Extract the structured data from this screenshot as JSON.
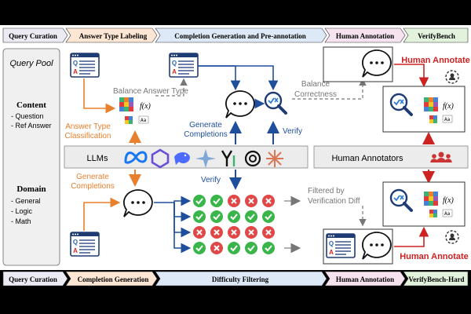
{
  "top_stages": [
    "Query Curation",
    "Answer Type Labeling",
    "Completion Generation and Pre-annotation",
    "Human Annotation",
    "VerifyBench"
  ],
  "bottom_stages": [
    "Query Curation",
    "Completion Generation",
    "Difficulty Filtering",
    "Human Annotation",
    "VerifyBench-Hard"
  ],
  "query_pool": {
    "title": "Query Pool",
    "content_heading": "Content",
    "content_items": [
      "- Question",
      "- Ref Answer"
    ],
    "domain_heading": "Domain",
    "domain_items": [
      "- General",
      "- Logic",
      "- Math"
    ]
  },
  "labels": {
    "balance_answer_type": "Balance Answer Type",
    "answer_type_classification": "Answer Type\nClassification",
    "generate_completions_blue": "Generate\nCompletions",
    "verify_top": "Verify",
    "balance_correctness": "Balance\nCorrectness",
    "human_annotate_top": "Human Annotate",
    "human_annotate_bottom": "Human Annotate",
    "llms": "LLMs",
    "human_annotators": "Human Annotators",
    "generate_completions_orange": "Generate\nCompletions",
    "verify_bottom": "Verify",
    "filtered_by": "Filtered by\nVerification Diff",
    "fx": "f(x)",
    "aa": "Aa"
  },
  "doc_glyphs": {
    "q": "Q",
    "a": "A",
    "dots": "..."
  },
  "grid": [
    [
      "check",
      "check",
      "cross",
      "cross",
      "cross"
    ],
    [
      "check",
      "check",
      "check",
      "check",
      "check"
    ],
    [
      "cross",
      "cross",
      "cross",
      "cross",
      "cross"
    ],
    [
      "check",
      "cross",
      "check",
      "check",
      "check"
    ]
  ],
  "colors": {
    "stage_fills": [
      "#ecebf4",
      "#fde6d3",
      "#dde9f6",
      "#f7e2f0",
      "#e2f2dc"
    ],
    "orange": "#e8802e",
    "blue": "#1f4e9c",
    "red": "#cc2222",
    "gray": "#777777",
    "green": "#39b54a"
  }
}
